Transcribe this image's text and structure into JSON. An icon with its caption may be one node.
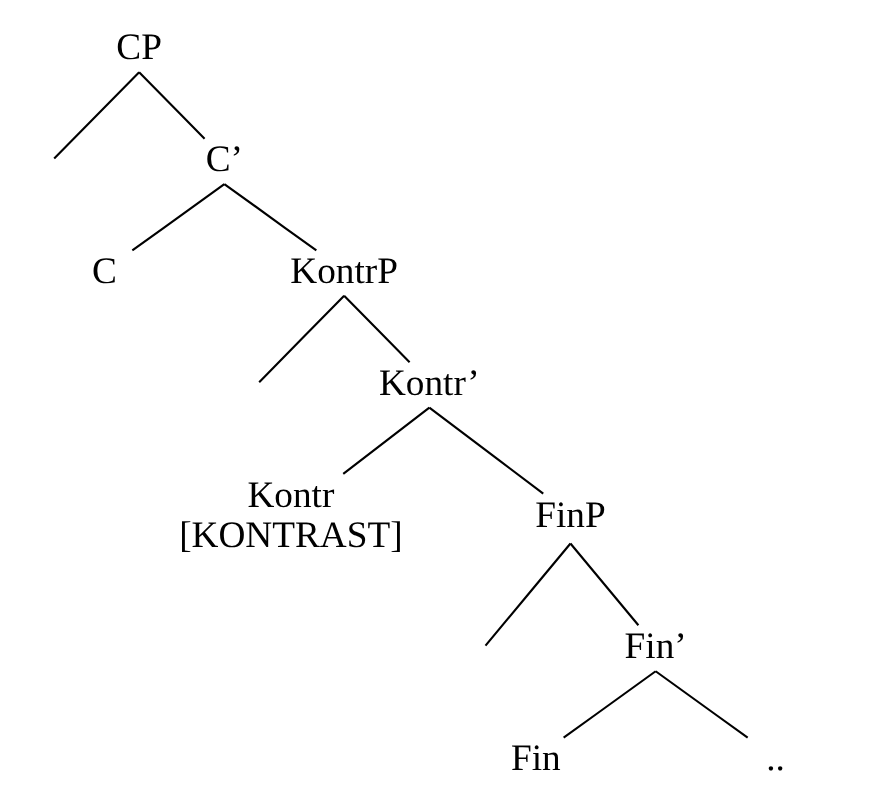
{
  "diagram": {
    "nodes": [
      {
        "text": [
          "CP"
        ]
      },
      {
        "text": [
          "C’"
        ]
      },
      {
        "text": [
          "C"
        ]
      },
      {
        "text": [
          "KontrP"
        ]
      },
      {
        "text": [
          "Kontr’"
        ]
      },
      {
        "text": [
          "Kontr",
          "[KONTRAST]"
        ]
      },
      {
        "text": [
          "FinP"
        ]
      },
      {
        "text": [
          "Fin’"
        ]
      },
      {
        "text": [
          "Fin"
        ]
      },
      {
        "text": [
          ".."
        ]
      }
    ],
    "edges": [
      {
        "from": 0,
        "to": null,
        "arrow": "none"
      },
      {
        "from": 0,
        "to": 1,
        "arrow": "none"
      },
      {
        "from": 1,
        "to": 2,
        "arrow": "none"
      },
      {
        "from": 1,
        "to": 3,
        "arrow": "none"
      },
      {
        "from": 3,
        "to": null,
        "arrow": "none"
      },
      {
        "from": 3,
        "to": 4,
        "arrow": "none"
      },
      {
        "from": 4,
        "to": 5,
        "arrow": "none"
      },
      {
        "from": 4,
        "to": 6,
        "arrow": "none"
      },
      {
        "from": 6,
        "to": null,
        "arrow": "none"
      },
      {
        "from": 6,
        "to": 7,
        "arrow": "none"
      },
      {
        "from": 7,
        "to": 8,
        "arrow": "none"
      },
      {
        "from": 7,
        "to": 9,
        "arrow": "none"
      }
    ]
  }
}
